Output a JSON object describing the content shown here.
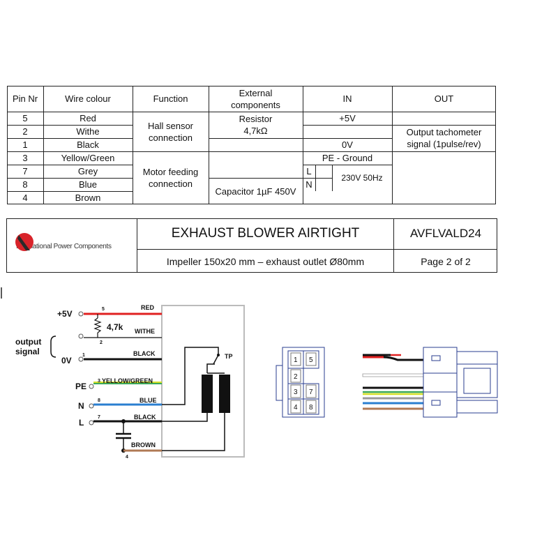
{
  "pin_table": {
    "headers": {
      "pin_nr": "Pin Nr",
      "wire_colour": "Wire colour",
      "function": "Function",
      "external_line1": "External",
      "external_line2": "components",
      "in": "IN",
      "out": "OUT"
    },
    "rows": [
      {
        "pin": "5",
        "colour": "Red"
      },
      {
        "pin": "2",
        "colour": "Withe"
      },
      {
        "pin": "1",
        "colour": "Black"
      },
      {
        "pin": "3",
        "colour": "Yellow/Green"
      },
      {
        "pin": "7",
        "colour": "Grey"
      },
      {
        "pin": "8",
        "colour": "Blue"
      },
      {
        "pin": "4",
        "colour": "Brown"
      }
    ],
    "function_hall_line1": "Hall sensor",
    "function_hall_line2": "connection",
    "function_motor_line1": "Motor feeding",
    "function_motor_line2": "connection",
    "resistor_line1": "Resistor",
    "resistor_line2": "4,7kΩ",
    "capacitor": "Capacitor 1µF 450V",
    "in_plus5v": "+5V",
    "in_0v": "0V",
    "in_pe": "PE - Ground",
    "in_l": "L",
    "in_n": "N",
    "in_230v": "230V 50Hz",
    "out_line1": "Output tachometer",
    "out_line2": "signal (1pulse/rev)"
  },
  "header": {
    "company": "International Power Components",
    "title": "EXHAUST BLOWER AIRTIGHT",
    "code": "AVFLVALD24",
    "subtitle": "Impeller 150x20 mm – exhaust outlet Ø80mm",
    "page": "Page 2 of 2"
  },
  "wiring": {
    "labels": {
      "plus5v": "+5V",
      "resistor": "4,7k",
      "output1": "output",
      "output2": "signal",
      "zero_v": "0V",
      "pe": "PE",
      "n": "N",
      "l": "L",
      "tp": "TP"
    },
    "wires": {
      "red": "RED",
      "withe": "WITHE",
      "black1": "BLACK",
      "yellow_green": "YELLOW/GREEN",
      "blue": "BLUE",
      "black2": "BLACK",
      "brown": "BROWN"
    },
    "pins": {
      "p5": "5",
      "p2": "2",
      "p1": "1",
      "p3": "3",
      "p8": "8",
      "p7": "7",
      "p4": "4"
    }
  },
  "connector": {
    "cells": [
      "1",
      "5",
      "2",
      "3",
      "7",
      "4",
      "8"
    ]
  },
  "colors": {
    "red": "#e02020",
    "black": "#111111",
    "white": "#ffffff",
    "yellow": "#d7e12b",
    "green": "#3aa85a",
    "blue": "#2a7fd0",
    "grey": "#9a9a9a",
    "brown": "#b07a55",
    "connector_outline": "#2a3d8f",
    "logo_red": "#d8232a"
  }
}
